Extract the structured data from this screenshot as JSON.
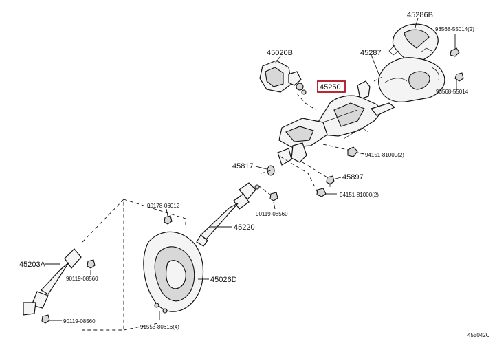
{
  "labels": {
    "p45286B": "45286B",
    "p93568a": "93568-55014(2)",
    "p45287": "45287",
    "p93568b": "93568-55014",
    "p45020B": "45020B",
    "p45250": "45250",
    "p94151a": "94151-81000(2)",
    "p45817": "45817",
    "p45897": "45897",
    "p94151b": "94151-81000(2)",
    "p90178": "90178-06012",
    "p90119a": "90119-08560",
    "p45220": "45220",
    "p45203A": "45203A",
    "p90119b": "90119-08560",
    "p45026D": "45026D",
    "p90119c": "90119-08560",
    "p91553": "91553-80616(4)",
    "figure_code": "455042C"
  },
  "colors": {
    "highlight_box": "#b01020",
    "ink": "#111111"
  }
}
